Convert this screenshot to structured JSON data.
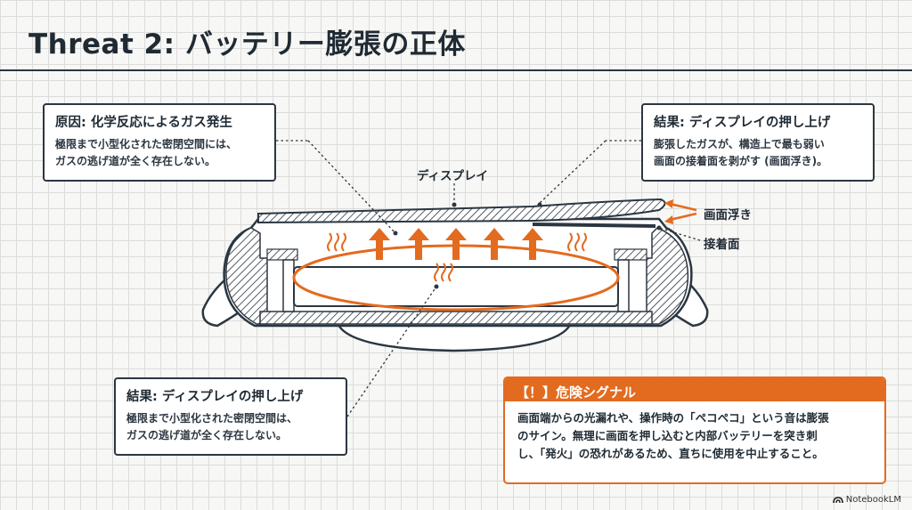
{
  "title": "Threat 2: バッテリー膨張の正体",
  "callouts": {
    "cause": {
      "title": "原因: 化学反応によるガス発生",
      "lines": [
        "極限まで小型化された密閉空間には、",
        "ガスの逃げ道が全く存在しない。"
      ]
    },
    "result_top": {
      "title": "結果: ディスプレイの押し上げ",
      "lines": [
        "膨張したガスが、構造上で最も弱い",
        "画面の接着面を剥がす (画面浮き)。"
      ]
    },
    "result_bottom": {
      "title": "結果: ディスプレイの押し上げ",
      "lines": [
        "極限まで小型化された密閉空間は、",
        "ガスの逃げ道が全く存在しない。"
      ]
    }
  },
  "labels": {
    "display": "ディスプレイ",
    "screen_float": "画面浮き",
    "adhesive": "接着面"
  },
  "warning": {
    "heading": "【！】危険シグナル",
    "lines": [
      "画面端からの光漏れや、操作時の「ペコペコ」という音は膨張",
      "のサイン。無理に画面を押し込むと内部バッテリーを突き刺",
      "し、「発火」の恐れがあるため、直ちに使用を中止すること。"
    ]
  },
  "brand": {
    "name": "NotebookLM",
    "icon": "notebooklm-logo-icon"
  },
  "colors": {
    "ink": "#2b3640",
    "accent": "#e36b1f",
    "paper": "#f7f7f5"
  }
}
